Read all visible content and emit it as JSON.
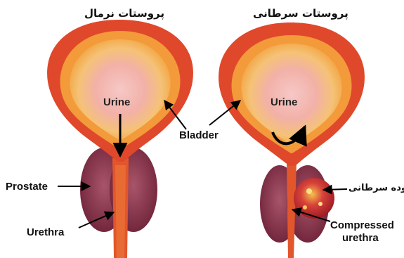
{
  "title_normal": "پروستات نرمال",
  "title_cancer": "پروستات سرطانی",
  "label_urine_left": "Urine",
  "label_urine_right": "Urine",
  "label_bladder": "Bladder",
  "label_prostate": "Prostate",
  "label_urethra": "Urethra",
  "label_tumor": "توده سرطانی",
  "label_compressed_line1": "Compressed",
  "label_compressed_line2": "urethra"
}
